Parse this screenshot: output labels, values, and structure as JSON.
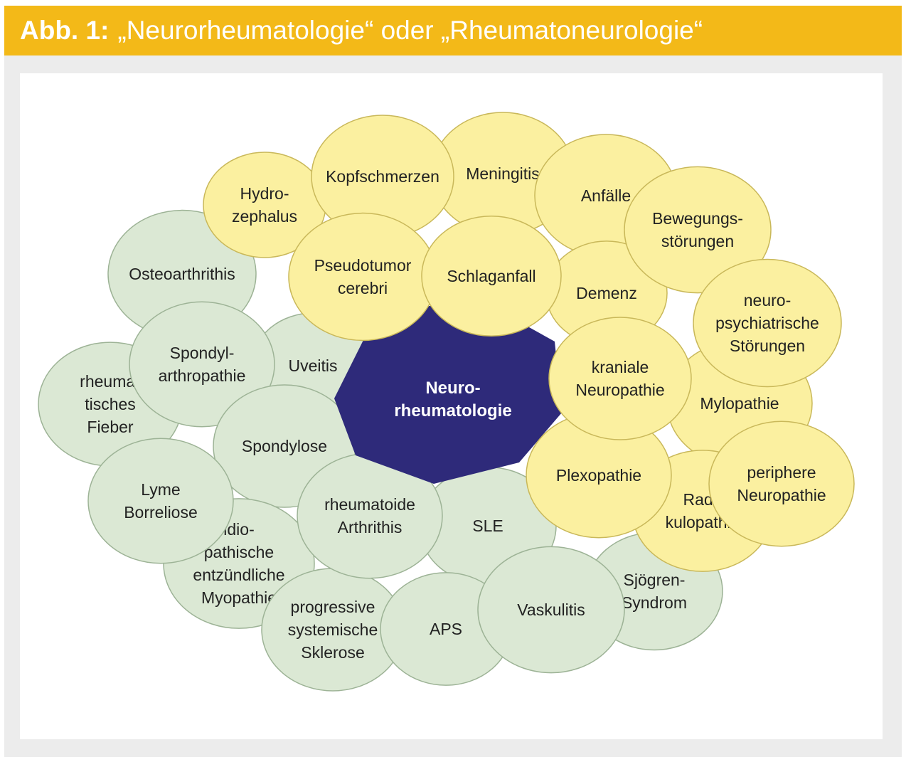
{
  "figure": {
    "label": "Abb. 1:",
    "title": "„Neurorheumatologie“ oder „Rheumatoneurologie“"
  },
  "colors": {
    "header": "#f3b918",
    "neuro": "#fbf0a0",
    "neuro_stroke": "#c9b85a",
    "rheuma": "#dbe8d4",
    "rheuma_stroke": "#9db396",
    "center": "#2e2a7a"
  },
  "center": {
    "lines": [
      "Neuro-",
      "rheumatologie"
    ]
  },
  "neuro_nodes": [
    {
      "id": "hydrozephalus",
      "lines": [
        "Hydro-",
        "zephalus"
      ]
    },
    {
      "id": "meningitis",
      "lines": [
        "Meningitis"
      ]
    },
    {
      "id": "kopfschmerzen",
      "lines": [
        "Kopfschmerzen"
      ]
    },
    {
      "id": "anfaelle",
      "lines": [
        "Anfälle"
      ]
    },
    {
      "id": "demenz",
      "lines": [
        "Demenz"
      ]
    },
    {
      "id": "bewegungsstoerungen",
      "lines": [
        "Bewegungs-",
        "störungen"
      ]
    },
    {
      "id": "pseudotumor",
      "lines": [
        "Pseudotumor",
        "cerebri"
      ]
    },
    {
      "id": "schlaganfall",
      "lines": [
        "Schlaganfall"
      ]
    },
    {
      "id": "mylopathie",
      "lines": [
        "Mylopathie"
      ]
    },
    {
      "id": "neuropsychiatrisch",
      "lines": [
        "neuro-",
        "psychiatrische",
        "Störungen"
      ]
    },
    {
      "id": "radikulopathie",
      "lines": [
        "Radi-",
        "kulopathie"
      ]
    },
    {
      "id": "plexopathie",
      "lines": [
        "Plexopathie"
      ]
    },
    {
      "id": "kraniale",
      "lines": [
        "kraniale",
        "Neuropathie"
      ]
    },
    {
      "id": "periphere",
      "lines": [
        "periphere",
        "Neuropathie"
      ]
    }
  ],
  "rheuma_nodes": [
    {
      "id": "rheumatisches-fieber",
      "lines": [
        "rheuma-",
        "tisches",
        "Fieber"
      ]
    },
    {
      "id": "uveitis",
      "lines": [
        "Uveitis"
      ]
    },
    {
      "id": "osteoarthritis",
      "lines": [
        "Osteoarthrithis"
      ]
    },
    {
      "id": "spondylarthropathie",
      "lines": [
        "Spondyl-",
        "arthropathie"
      ]
    },
    {
      "id": "spondylose",
      "lines": [
        "Spondylose"
      ]
    },
    {
      "id": "sle",
      "lines": [
        "SLE"
      ]
    },
    {
      "id": "sjoegren",
      "lines": [
        "Sjögren-",
        "Syndrom"
      ]
    },
    {
      "id": "myopathie",
      "lines": [
        "idio-",
        "pathische",
        "entzündliche",
        "Myopathie"
      ]
    },
    {
      "id": "lyme",
      "lines": [
        "Lyme",
        "Borreliose"
      ]
    },
    {
      "id": "sklerose",
      "lines": [
        "progressive",
        "systemische",
        "Sklerose"
      ]
    },
    {
      "id": "aps",
      "lines": [
        "APS"
      ]
    },
    {
      "id": "rheumatoide",
      "lines": [
        "rheumatoide",
        "Arthrithis"
      ]
    },
    {
      "id": "vaskulitis",
      "lines": [
        "Vaskulitis"
      ]
    }
  ]
}
